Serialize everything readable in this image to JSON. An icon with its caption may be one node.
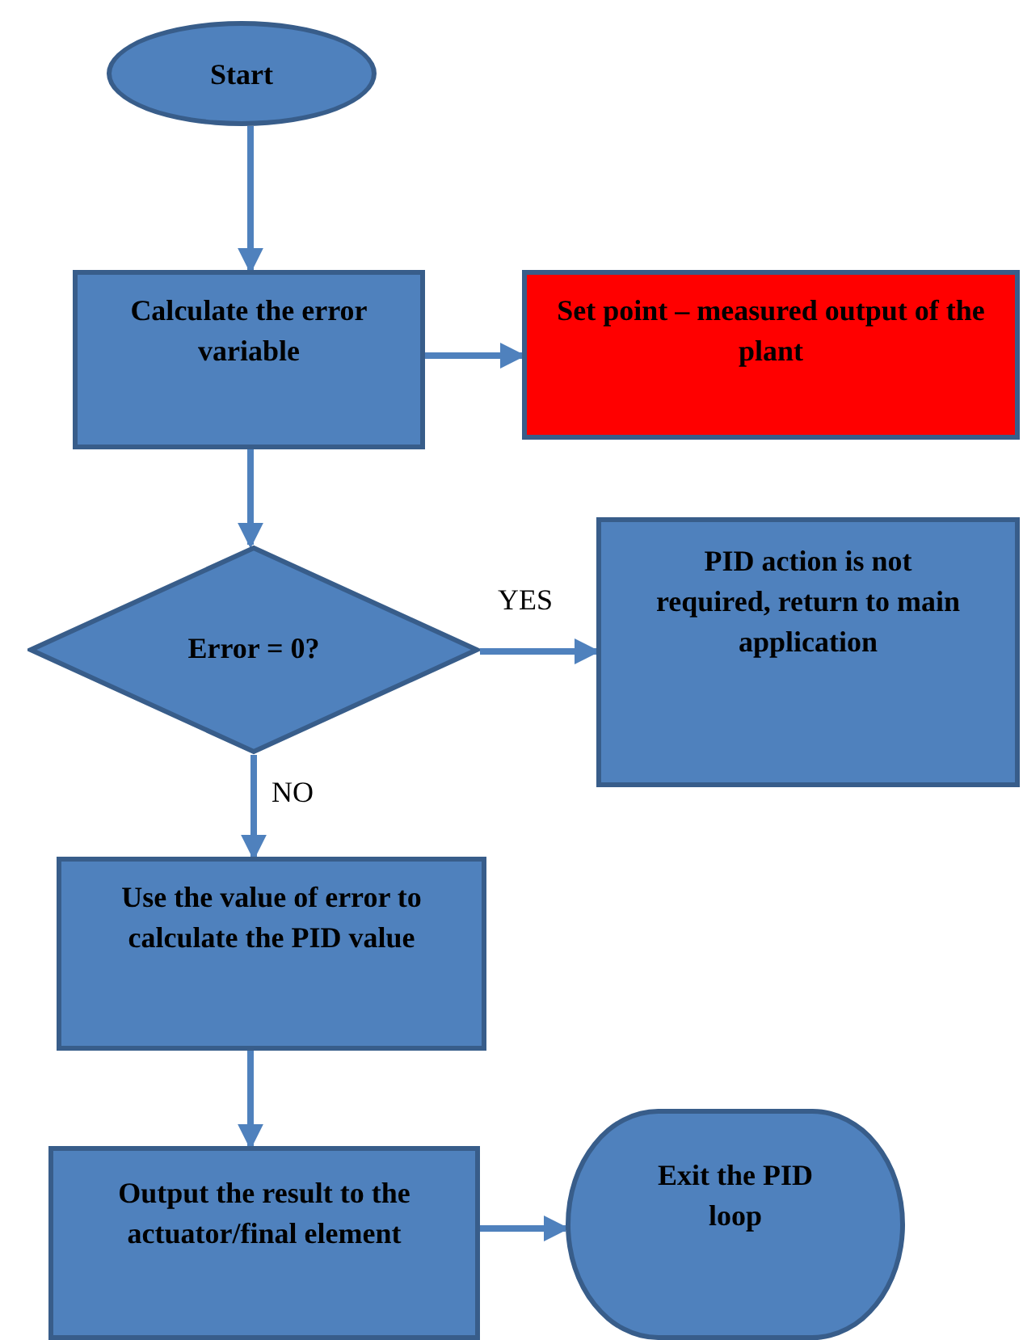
{
  "diagram": {
    "nodes": [
      {
        "text": [
          "Start"
        ]
      },
      {
        "text": [
          "Calculate the error variable"
        ]
      },
      {
        "text": [
          "Set point – measured output of the plant"
        ]
      },
      {
        "text": [
          "Error = 0?"
        ]
      },
      {
        "text": [
          "PID action is not required, return to main application"
        ]
      },
      {
        "text": [
          "Use the value of error to calculate the PID value"
        ]
      },
      {
        "text": [
          "Output the result to the actuator/final element"
        ]
      },
      {
        "text": [
          "Exit the PID loop"
        ]
      }
    ],
    "edges": [
      {
        "from": 0,
        "to": 1,
        "arrow": "to"
      },
      {
        "from": 1,
        "to": 2,
        "arrow": "to"
      },
      {
        "from": 1,
        "to": 3,
        "arrow": "to"
      },
      {
        "from": 3,
        "to": 4,
        "arrow": "to",
        "label": "YES"
      },
      {
        "from": 3,
        "to": 5,
        "arrow": "to",
        "label": "NO"
      },
      {
        "from": 5,
        "to": 6,
        "arrow": "to"
      },
      {
        "from": 6,
        "to": 7,
        "arrow": "to"
      }
    ]
  }
}
